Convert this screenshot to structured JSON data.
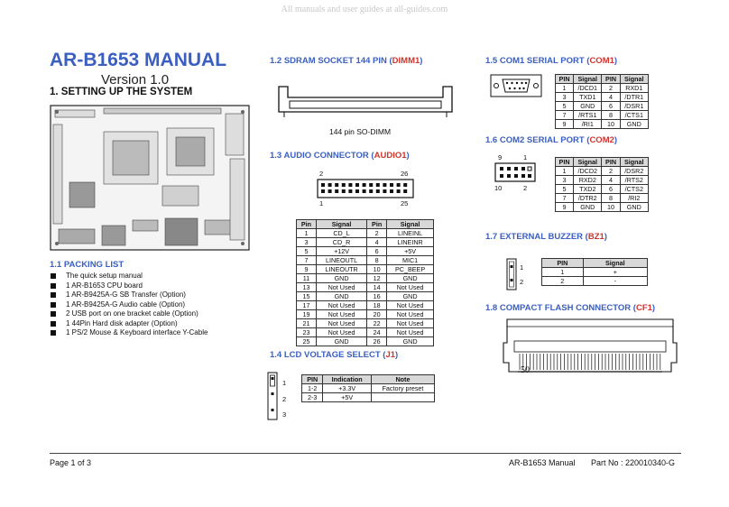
{
  "watermark": "All manuals and user guides at all-guides.com",
  "title": "AR-B1653 MANUAL",
  "version": "Version 1.0",
  "heading": "1.  SETTING UP THE SYSTEM",
  "packing": {
    "title": "1.1 PACKING LIST",
    "items": [
      "The quick setup manual",
      "1 AR-B1653 CPU board",
      "1 AR-B9425A-G SB Transfer (Option)",
      "1 AR-B9425A-G Audio cable (Option)",
      "2 USB port on one bracket cable (Option)",
      "1 44Pin Hard disk adapter (Option)",
      "1 PS/2 Mouse & Keyboard interface Y-Cable"
    ]
  },
  "sdram": {
    "title": "1.2 SDRAM SOCKET 144 PIN (",
    "code": "DIMM1",
    "close": ")",
    "caption": "144 pin SO-DIMM"
  },
  "audio": {
    "title": "1.3 AUDIO CONNECTOR (",
    "code": "AUDIO1",
    "close": ")",
    "pin_tl": "2",
    "pin_tr": "26",
    "pin_bl": "1",
    "pin_br": "25",
    "headers": [
      "Pin",
      "Signal",
      "Pin",
      "Signal"
    ],
    "rows": [
      [
        "1",
        "CD_L",
        "2",
        "LINEINL"
      ],
      [
        "3",
        "CD_R",
        "4",
        "LINEINR"
      ],
      [
        "5",
        "+12V",
        "6",
        "+5V"
      ],
      [
        "7",
        "LINEOUTL",
        "8",
        "MIC1"
      ],
      [
        "9",
        "LINEOUTR",
        "10",
        "PC_BEEP"
      ],
      [
        "11",
        "GND",
        "12",
        "GND"
      ],
      [
        "13",
        "Not Used",
        "14",
        "Not Used"
      ],
      [
        "15",
        "GND",
        "16",
        "GND"
      ],
      [
        "17",
        "Not Used",
        "18",
        "Not Used"
      ],
      [
        "19",
        "Not Used",
        "20",
        "Not Used"
      ],
      [
        "21",
        "Not Used",
        "22",
        "Not Used"
      ],
      [
        "23",
        "Not Used",
        "24",
        "Not Used"
      ],
      [
        "25",
        "GND",
        "26",
        "GND"
      ]
    ]
  },
  "lcd": {
    "title": "1.4 LCD VOLTAGE SELECT (",
    "code": "J1",
    "close": ")",
    "pins": [
      "1",
      "2",
      "3"
    ],
    "headers": [
      "PIN",
      "Indication",
      "Note"
    ],
    "rows": [
      [
        "1-2",
        "+3.3V",
        "Factory preset"
      ],
      [
        "2-3",
        "+5V",
        ""
      ]
    ]
  },
  "com1": {
    "title": "1.5 COM1 SERIAL PORT (",
    "code": "COM1",
    "close": ")",
    "headers": [
      "PIN",
      "Signal",
      "PIN",
      "Signal"
    ],
    "rows": [
      [
        "1",
        "/DCD1",
        "2",
        "RXD1"
      ],
      [
        "3",
        "TXD1",
        "4",
        "/DTR1"
      ],
      [
        "5",
        "GND",
        "6",
        "/DSR1"
      ],
      [
        "7",
        "/RTS1",
        "8",
        "/CTS1"
      ],
      [
        "9",
        "/RI1",
        "10",
        "GND"
      ]
    ]
  },
  "com2": {
    "title": "1.6 COM2 SERIAL PORT (",
    "code": "COM2",
    "close": ")",
    "pin_tl": "9",
    "pin_tr": "1",
    "pin_bl": "10",
    "pin_br": "2",
    "headers": [
      "PIN",
      "Signal",
      "PIN",
      "Signal"
    ],
    "rows": [
      [
        "1",
        "/DCD2",
        "2",
        "/DSR2"
      ],
      [
        "3",
        "RXD2",
        "4",
        "/RTS2"
      ],
      [
        "5",
        "TXD2",
        "6",
        "/CTS2"
      ],
      [
        "7",
        "/DTR2",
        "8",
        "/RI2"
      ],
      [
        "9",
        "GND",
        "10",
        "GND"
      ]
    ]
  },
  "buzzer": {
    "title": "1.7 EXTERNAL BUZZER (",
    "code": "BZ1",
    "close": ")",
    "pins": [
      "1",
      "2"
    ],
    "headers": [
      "PIN",
      "Signal"
    ],
    "rows": [
      [
        "1",
        "+"
      ],
      [
        "2",
        "-"
      ]
    ]
  },
  "cf": {
    "title": "1.8 COMPACT FLASH CONNECTOR (",
    "code": "CF1",
    "close": ")",
    "pin_label": "50"
  },
  "footer": {
    "left": "Page 1 of 3",
    "mid": "AR-B1653 Manual",
    "right": "Part No : 220010340-G"
  },
  "colors": {
    "section_blue": "#3b5fc0",
    "code_red": "#d0342c"
  }
}
